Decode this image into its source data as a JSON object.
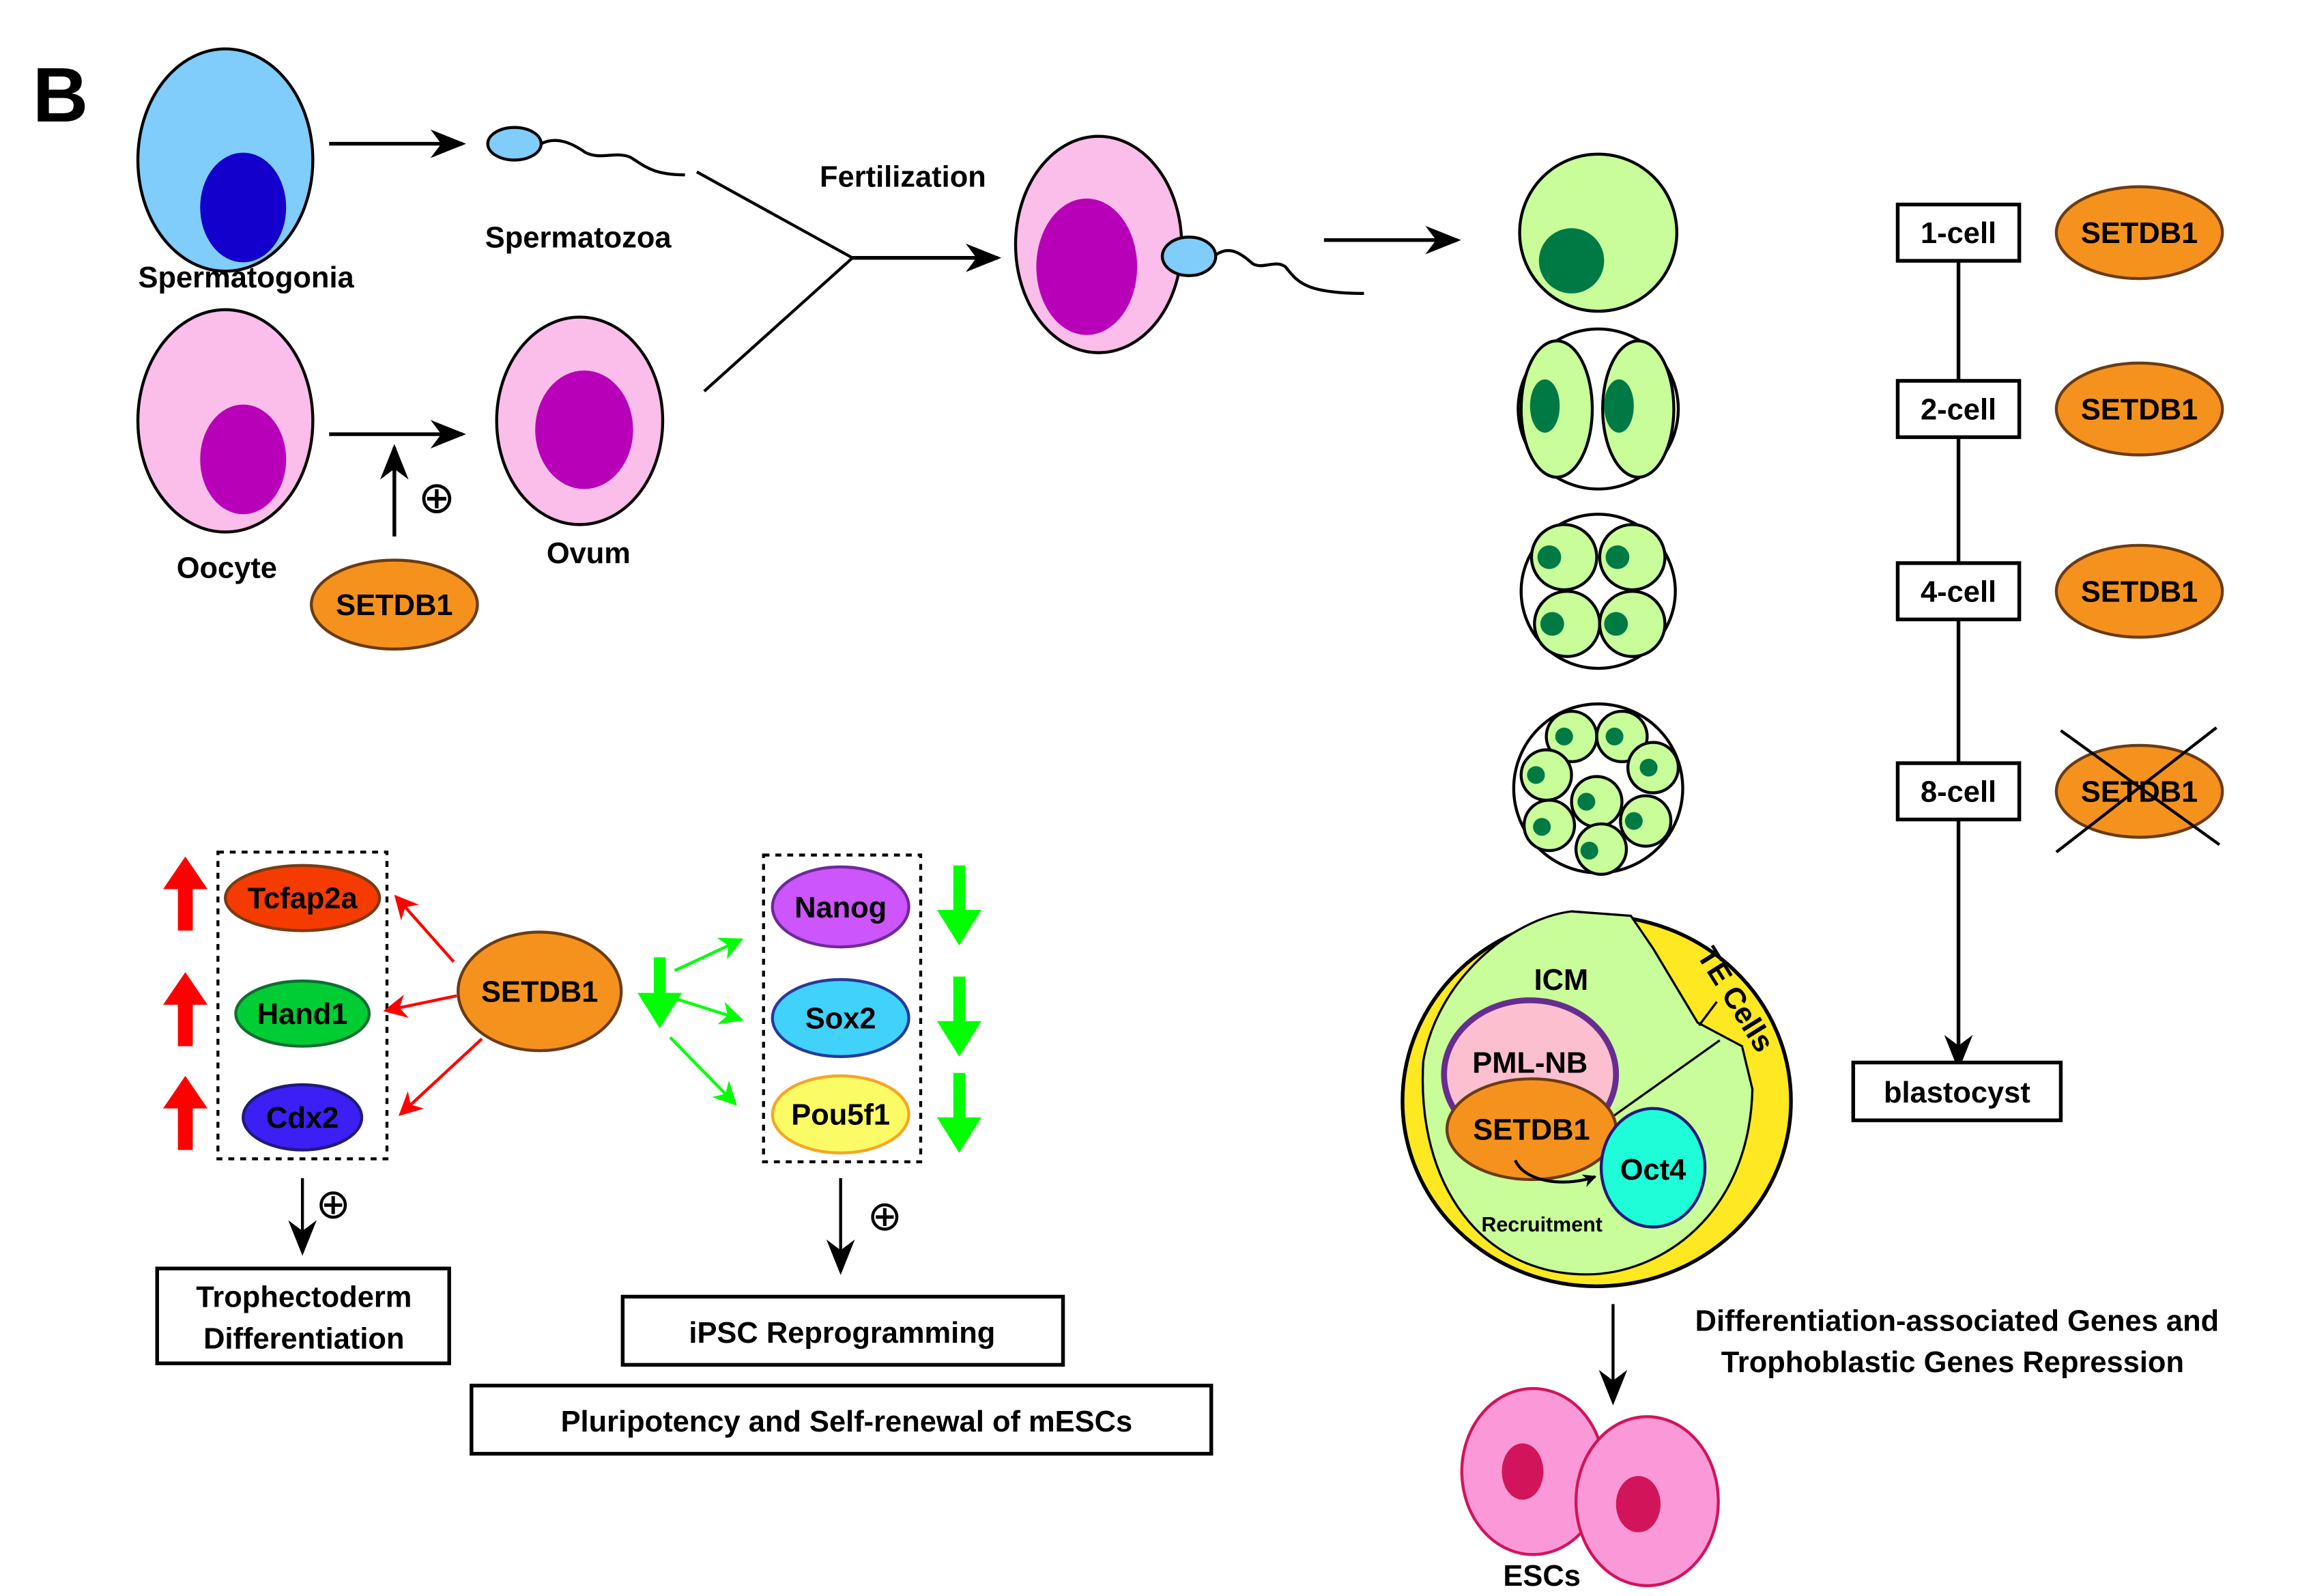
{
  "panel_label": "B",
  "colors": {
    "spermatogonia_cyto": "#80ccfa",
    "spermatogonia_nucleus": "#1300cc",
    "oocyte_cyto": "#fbbde9",
    "oocyte_nucleus": "#b800b8",
    "embryo_cyto": "#c8fd9a",
    "embryo_nucleus": "#007a45",
    "setdb1": "#f5921e",
    "setdb1_border": "#6b3b12",
    "blastocyst_te": "#fde822",
    "pml_nb": "#fbbfd0",
    "pml_nb_border": "#662d91",
    "oct4": "#1efcd8",
    "esc_cyto": "#fb99d8",
    "esc_nucleus": "#d2145a",
    "up_arrow": "#ff0000",
    "down_arrow": "#00ff00"
  },
  "germline": {
    "spermatogonia": "Spermatogonia",
    "spermatozoa": "Spermatozoa",
    "oocyte": "Oocyte",
    "ovum": "Ovum",
    "fertilization": "Fertilization",
    "setdb1": "SETDB1",
    "plus_symbol": "⊕"
  },
  "stages": [
    {
      "label": "1-cell",
      "protein": "SETDB1",
      "present": true
    },
    {
      "label": "2-cell",
      "protein": "SETDB1",
      "present": true
    },
    {
      "label": "4-cell",
      "protein": "SETDB1",
      "present": true
    },
    {
      "label": "8-cell",
      "protein": "SETDB1",
      "present": false
    }
  ],
  "blastocyst_label": "blastocyst",
  "blastocyst_diagram": {
    "icm": "ICM",
    "te_cells": "TE Cells",
    "pml_nb": "PML-NB",
    "setdb1": "SETDB1",
    "oct4": "Oct4",
    "recruitment": "Recruitment"
  },
  "repression_text": [
    "Differentiation-associated Genes and",
    "Trophoblastic Genes Repression"
  ],
  "escs_label": "ESCs",
  "network": {
    "center": "SETDB1",
    "upregulated": [
      {
        "name": "Tcfap2a",
        "color": "#f53b00",
        "border": "#7a3b12"
      },
      {
        "name": "Hand1",
        "color": "#00cc33",
        "border": "#106e32"
      },
      {
        "name": "Cdx2",
        "color": "#3b1ff5",
        "border": "#201a7a"
      }
    ],
    "downregulated": [
      {
        "name": "Nanog",
        "color": "#cc55fb",
        "border": "#6c2a9a"
      },
      {
        "name": "Sox2",
        "color": "#40d2fb",
        "border": "#283a99"
      },
      {
        "name": "Pou5f1",
        "color": "#fbfb66",
        "border": "#f5a623"
      }
    ],
    "plus_symbol": "⊕",
    "outcome_left": [
      "Trophectoderm",
      "Differentiation"
    ],
    "outcome_right_1": "iPSC Reprogramming",
    "outcome_right_2": "Pluripotency and Self-renewal of mESCs"
  }
}
